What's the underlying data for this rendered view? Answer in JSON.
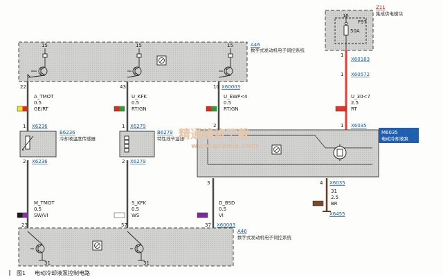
{
  "modules": {
    "a46_top": {
      "ref": "A46",
      "name": "数字式发动机电子伺控系统"
    },
    "a46_bottom": {
      "ref": "A46",
      "name": "数字式发动机电子伺控系统"
    },
    "z11": {
      "ref": "Z11",
      "name": "集成供电模块",
      "fuse": "F97",
      "rating": "50A"
    },
    "m6035": {
      "ref": "M6035",
      "name": "电动冷却液泵"
    },
    "b6236": {
      "ref": "B6236",
      "name": "冷却液温度传感器"
    },
    "b6279": {
      "ref": "B6279",
      "name": "特性线节温器"
    }
  },
  "pins": {
    "top_15a": "15",
    "top_15b": "15",
    "top_15c": "15",
    "fuse_15": "15",
    "p22": "22",
    "p43": "43",
    "p10": "10",
    "z11_p1": "1",
    "m_p1": "1",
    "m_p2": "2",
    "m_p3": "3",
    "m_p4": "4",
    "b6236_p1": "1",
    "b6236_p2": "2",
    "b6279_p1": "1",
    "b6279_p2": "2",
    "p23": "23",
    "p57": "57",
    "p37": "37",
    "bot_31a": "31",
    "bot_31b": "31"
  },
  "connectors": {
    "x60183": "X60183",
    "x60572": "X60572",
    "x60003_top": "X60003",
    "x6236_top": "X6236",
    "x6279_top": "X6279",
    "x6035_top": "X6035",
    "x6236_bot": "X6236",
    "x6279_bot": "X6279",
    "x6035_bot": "X6035",
    "x6455": "X6455",
    "x60003_bot": "X60003"
  },
  "wires": {
    "a_tmot": {
      "signal": "A_TMOT",
      "gauge": "0.5",
      "color": "GE/RT",
      "swatch": [
        "#f5e32a",
        "#e02a1e"
      ]
    },
    "u_kfk": {
      "signal": "U_KFK",
      "gauge": "0.5",
      "color": "RT/GN",
      "swatch": [
        "#e02a1e",
        "#2f9a3a"
      ]
    },
    "u_ewp": {
      "signal": "U_EWP<4",
      "gauge": "0.5",
      "color": "RT/GN",
      "swatch": [
        "#e02a1e",
        "#2f9a3a"
      ]
    },
    "u_30": {
      "signal": "U_30<7",
      "gauge": "2.5",
      "color": "RT",
      "swatch": [
        "#e8332b",
        "#e8332b"
      ]
    },
    "m_tmot": {
      "signal": "M_TMOT",
      "gauge": "0.5",
      "color": "SW/VI",
      "swatch": [
        "#1a1a1a",
        "#8a2fa8"
      ]
    },
    "s_kfk": {
      "signal": "S_KFK",
      "gauge": "0.5",
      "color": "WS",
      "swatch": [
        "#ffffff",
        "#ffffff"
      ]
    },
    "d_bsd": {
      "signal": "D_BSD",
      "gauge": "0.5",
      "color": "VI",
      "swatch": [
        "#7a2a9a",
        "#7a2a9a"
      ]
    },
    "gnd_31": {
      "signal": "31",
      "gauge": "2.5",
      "color": "BR",
      "swatch": [
        "#7a4a2a",
        "#7a4a2a"
      ]
    }
  },
  "watermark": {
    "line1": "精通维修下载",
    "line2": "www.gzweix.com"
  },
  "caption": {
    "label": "图1",
    "text": "电动冷却液泵控制电路"
  },
  "colors": {
    "module_fill": "#cfcfcf",
    "red_wire": "#ee3b36",
    "blue_badge": "#1f5fb0"
  }
}
